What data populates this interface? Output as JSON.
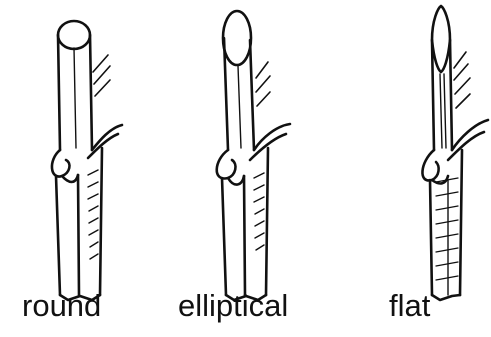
{
  "labels": {
    "round": "round",
    "elliptical": "elliptical",
    "flat": "flat"
  },
  "colors": {
    "ink": "#111111",
    "paper": "#ffffff"
  }
}
